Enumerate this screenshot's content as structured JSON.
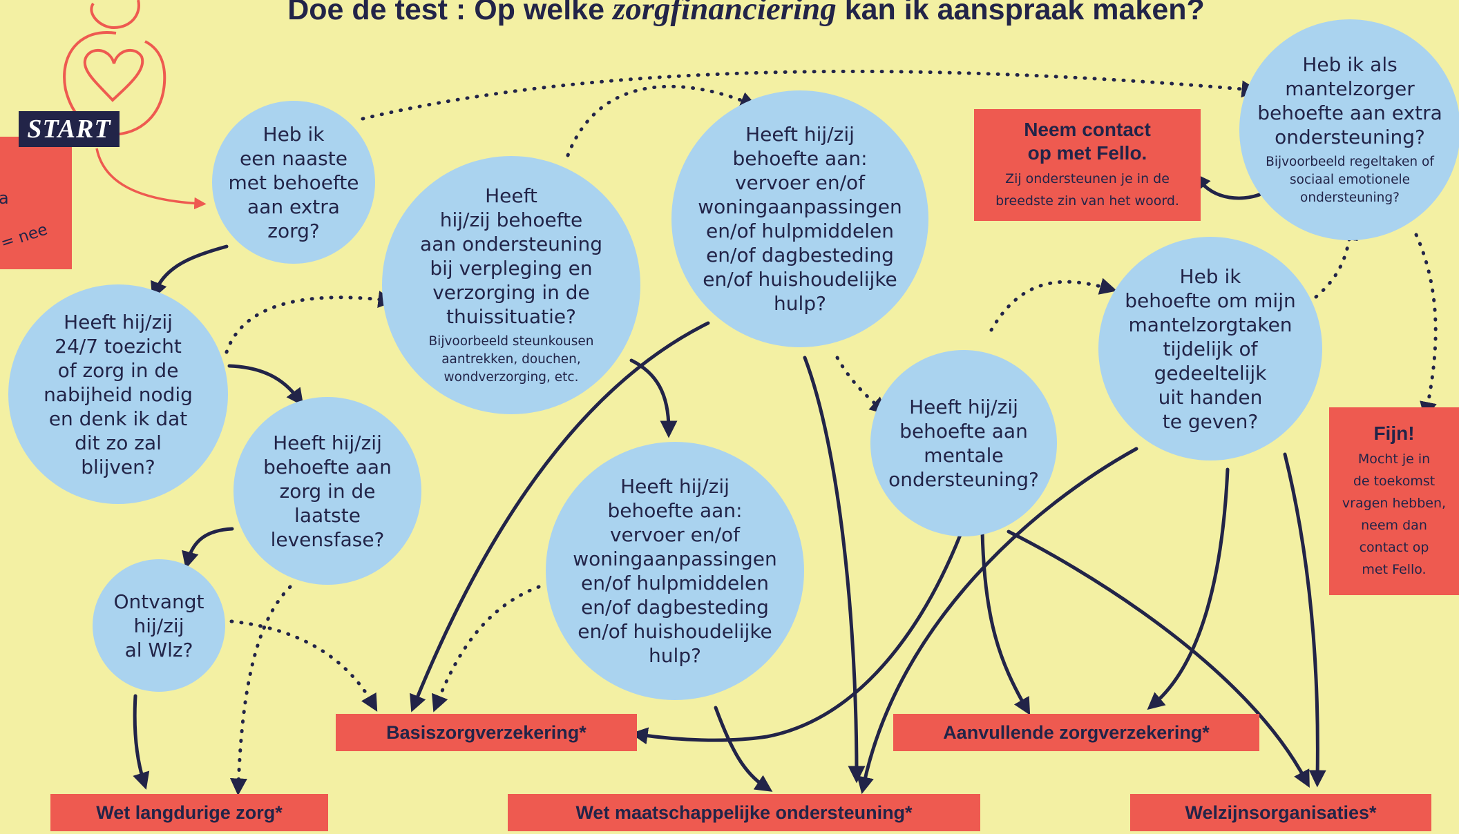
{
  "title": {
    "prefix": "Doe de test : Op welke ",
    "emphasis": "zorgfinanciering",
    "suffix": " kan ik aanspraak maken?"
  },
  "start_label": "START",
  "legend": {
    "solid_text": "a",
    "dotted_text": "= nee"
  },
  "questions": {
    "q1": "Heb ik\neen naaste\nmet behoefte\naan extra\nzorg?",
    "q2": "Heeft hij/zij\n24/7 toezicht\nof zorg in de\nnabijheid nodig\nen denk ik dat\ndit zo zal\nblijven?",
    "q3": "Heeft hij/zij\nbehoefte aan\nzorg in de\nlaatste\nlevensfase?",
    "q4": "Ontvangt\nhij/zij\nal Wlz?",
    "q5": "Heeft\nhij/zij behoefte\naan ondersteuning\nbij verpleging en\nverzorging in de\nthuissituatie?",
    "q5_example": "Bijvoorbeeld steunkousen\naantrekken, douchen,\nwondverzorging, etc.",
    "q6": "Heeft hij/zij\nbehoefte aan:\nvervoer en/of\nwoningaanpassingen\nen/of hulpmiddelen\nen/of dagbesteding\nen/of huishoudelijke\nhulp?",
    "q7": "Heeft hij/zij\nbehoefte aan:\nvervoer en/of\nwoningaanpassingen\nen/of hulpmiddelen\nen/of dagbesteding\nen/of huishoudelijke\nhulp?",
    "q8": "Heeft hij/zij\nbehoefte aan\nmentale\nondersteuning?",
    "q9": "Heb ik\nbehoefte om mijn\nmantelzorgtaken\ntijdelijk of\ngedeeltelijk\nuit handen\nte geven?",
    "q10": "Heb ik als\nmantelzorger\nbehoefte aan extra\nondersteuning?",
    "q10_example": "Bijvoorbeeld regeltaken of\nsociaal emotionele\nondersteuning?"
  },
  "notes": {
    "contact_title": "Neem contact\nop met Fello.",
    "contact_body": "Zij ondersteunen je in de\nbreedste zin van het woord.",
    "fijn_title": "Fijn!",
    "fijn_body": "Mocht je in\nde toekomst\nvragen hebben,\nneem dan\ncontact op\nmet Fello."
  },
  "outcomes": {
    "basis": "Basiszorgverzekering*",
    "aanvullend": "Aanvullende zorgverzekering*",
    "wlz": "Wet langdurige zorg*",
    "wmo": "Wet maatschappelijke ondersteuning*",
    "welzijn": "Welzijnsorganisaties*"
  },
  "colors": {
    "background": "#f3f0a3",
    "circle": "#aad3ef",
    "box": "#ee5a50",
    "ink": "#222448",
    "logo": "#ee5a50"
  }
}
